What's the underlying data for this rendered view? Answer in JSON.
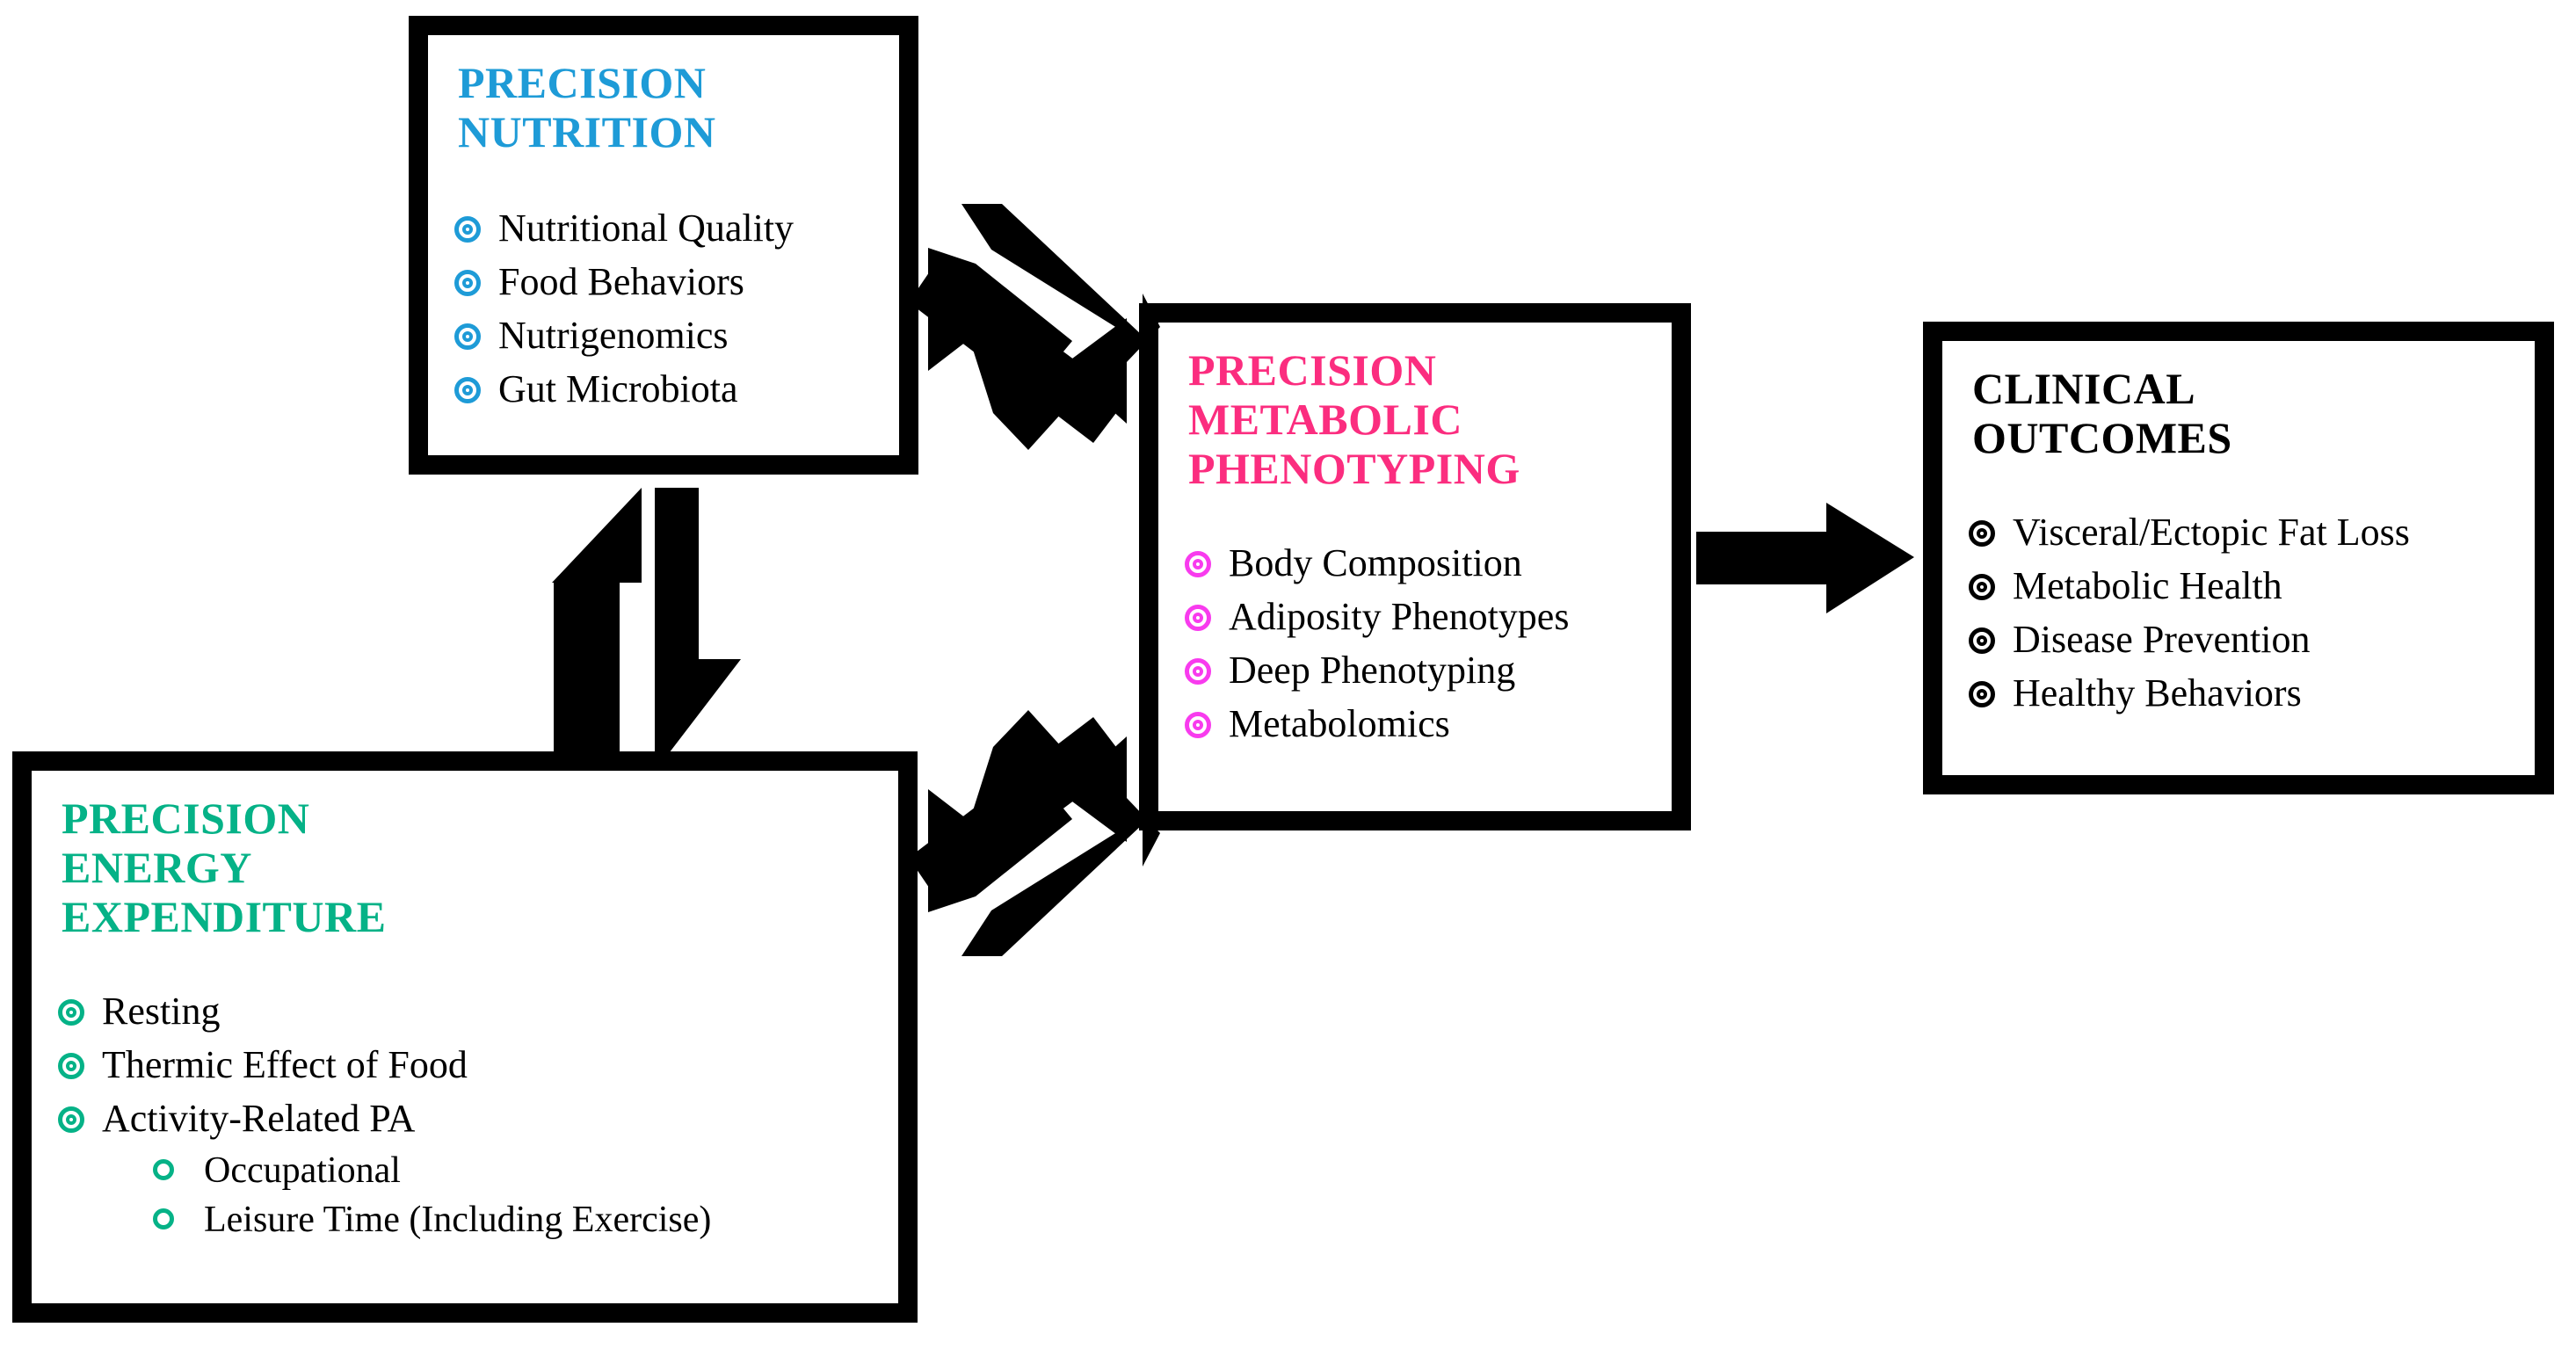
{
  "diagram": {
    "title": "Precision Nutrition / Precision Energy Expenditure / Precision Metabolic Phenotyping / Clinical Outcomes Framework",
    "colors": {
      "nutrition_blue": "#1E9BD7",
      "phenotyping_pink": "#FB2D7F",
      "phenotyping_bullet_magenta": "#F83BEE",
      "energy_teal": "#05B287",
      "outcomes_black": "#000000",
      "border_black": "#000000",
      "background": "#FFFFFF"
    }
  },
  "boxes": {
    "nutrition": {
      "title": "PRECISION\nNUTRITION",
      "items": [
        "Nutritional Quality",
        "Food Behaviors",
        "Nutrigenomics",
        "Gut Microbiota"
      ]
    },
    "phenotyping": {
      "title": "PRECISION\nMETABOLIC\nPHENOTYPING",
      "items": [
        "Body Composition",
        "Adiposity Phenotypes",
        "Deep Phenotyping",
        "Metabolomics"
      ]
    },
    "outcomes": {
      "title": "CLINICAL\nOUTCOMES",
      "items": [
        "Visceral/Ectopic Fat Loss",
        "Metabolic Health",
        "Disease Prevention",
        "Healthy Behaviors"
      ]
    },
    "energy": {
      "title": "PRECISION\nENERGY\nEXPENDITURE",
      "items": [
        "Resting",
        "Thermic Effect of Food",
        "Activity-Related PA"
      ],
      "sub_items": [
        "Occupational",
        "Leisure Time (Including Exercise)"
      ]
    }
  },
  "arrows": [
    {
      "name": "nutrition-to-phenotyping",
      "from": "nutrition",
      "to": "phenotyping",
      "style": "double-band-diagonal",
      "direction": "down-right"
    },
    {
      "name": "energy-to-phenotyping",
      "from": "energy",
      "to": "phenotyping",
      "style": "double-band-diagonal",
      "direction": "up-right"
    },
    {
      "name": "nutrition-energy-bidirectional",
      "from": "nutrition",
      "to": "energy",
      "style": "bidirectional-vertical",
      "direction": "up-and-down"
    },
    {
      "name": "phenotyping-to-outcomes",
      "from": "phenotyping",
      "to": "outcomes",
      "style": "solid-block",
      "direction": "right"
    }
  ]
}
